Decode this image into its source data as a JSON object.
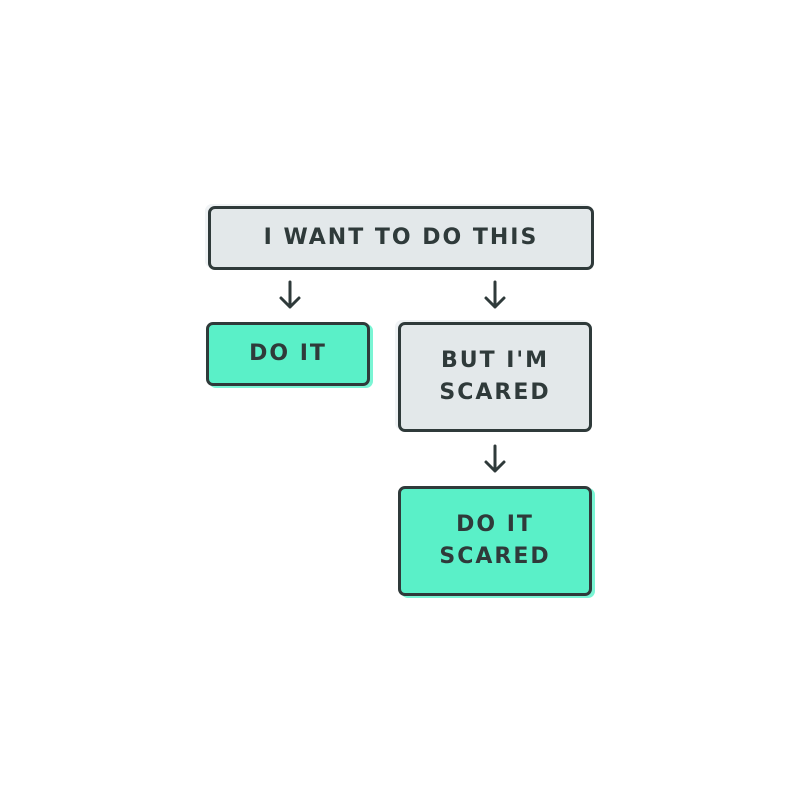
{
  "diagram": {
    "start": {
      "label": "I WANT TO DO THIS"
    },
    "do_it": {
      "label": "DO IT"
    },
    "scared": {
      "label_line1": "BUT I'M",
      "label_line2": "SCARED"
    },
    "do_it_scared": {
      "label_line1": "DO IT",
      "label_line2": "SCARED"
    }
  },
  "colors": {
    "outline": "#2f3a3a",
    "gray_fill": "#e3e8ea",
    "green_fill": "#5af0c8",
    "background": "#ffffff"
  },
  "icons": [
    "arrow-down-icon"
  ]
}
